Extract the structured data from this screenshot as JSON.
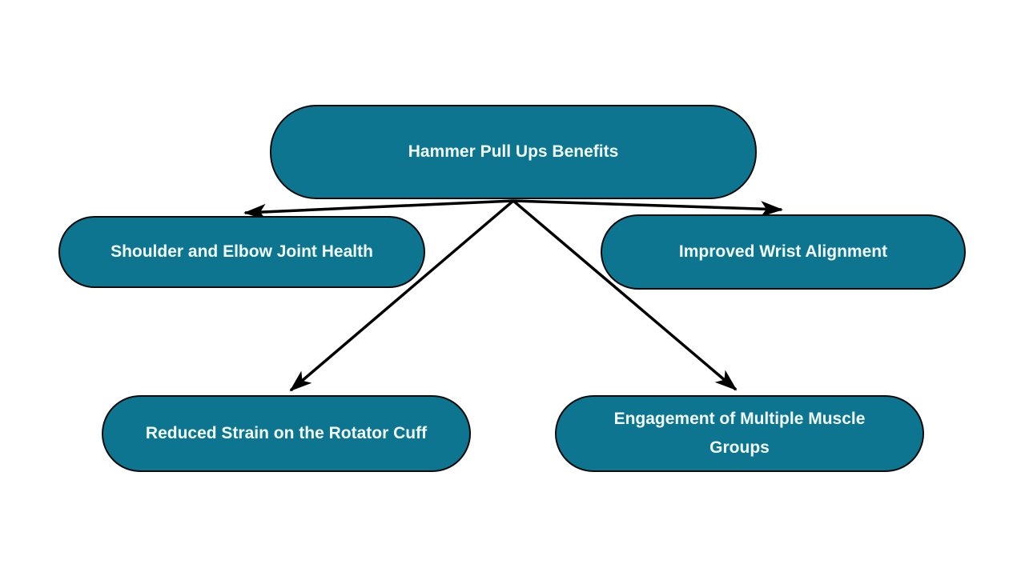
{
  "diagram": {
    "type": "mindmap",
    "root": {
      "id": "root",
      "label": "Hammer Pull Ups Benefits"
    },
    "nodes": [
      {
        "id": "root",
        "label": "Hammer Pull Ups Benefits"
      },
      {
        "id": "shoulder-elbow-joint-health",
        "label": "Shoulder and Elbow Joint Health"
      },
      {
        "id": "improved-wrist-alignment",
        "label": "Improved Wrist Alignment"
      },
      {
        "id": "reduced-strain-rotator-cuff",
        "label": "Reduced Strain on the Rotator Cuff"
      },
      {
        "id": "engagement-multiple-muscle-groups",
        "label": "Engagement of Multiple Muscle Groups"
      }
    ],
    "edges": [
      {
        "from": "root",
        "to": "shoulder-elbow-joint-health"
      },
      {
        "from": "root",
        "to": "improved-wrist-alignment"
      },
      {
        "from": "root",
        "to": "reduced-strain-rotator-cuff"
      },
      {
        "from": "root",
        "to": "engagement-multiple-muscle-groups"
      }
    ],
    "colors": {
      "node_fill": "#0e7590",
      "node_border": "#0b0b0b",
      "node_text": "#f1fafb",
      "arrow": "#000000",
      "background": "#ffffff"
    }
  }
}
